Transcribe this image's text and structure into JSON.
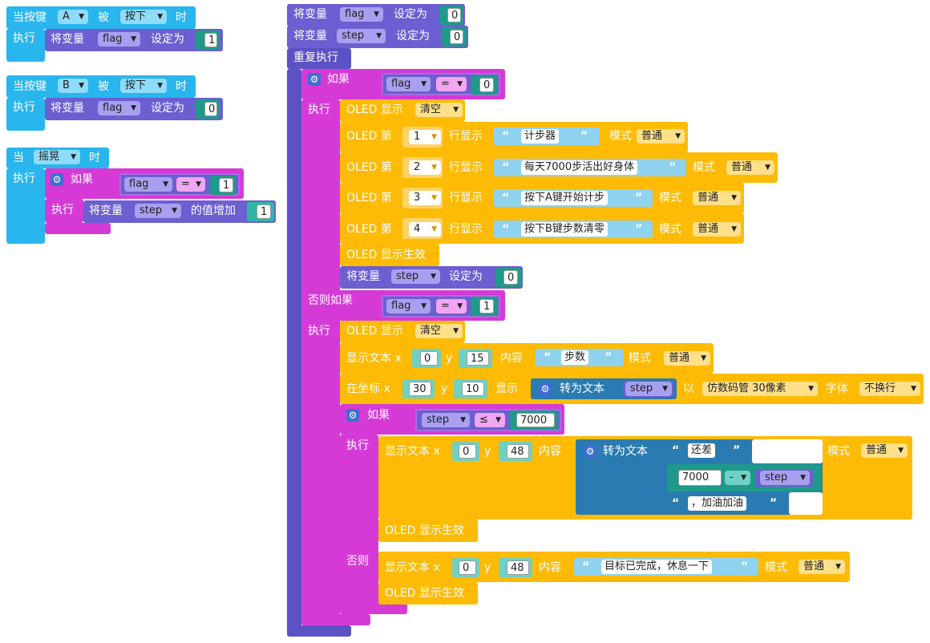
{
  "colors": {
    "cyan": "#29b5ee",
    "purple": "#6b5fd1",
    "magenta": "#d53ad7",
    "yellow": "#fdbb06",
    "teal": "#2a7bb1",
    "green": "#1f9a8a"
  },
  "events": {
    "keyA": {
      "when": "当按键",
      "key": "A",
      "was": "被",
      "action": "按下",
      "then": "时",
      "exec": "执行",
      "set": "将变量",
      "var": "flag",
      "to": "设定为",
      "value": "1"
    },
    "keyB": {
      "when": "当按键",
      "key": "B",
      "was": "被",
      "action": "按下",
      "then": "时",
      "exec": "执行",
      "set": "将变量",
      "var": "flag",
      "to": "设定为",
      "value": "0"
    },
    "shake": {
      "when": "当",
      "gesture": "摇晃",
      "then": "时",
      "exec": "执行",
      "if": "如果",
      "cond_var": "flag",
      "op": "=",
      "cond_val": "1",
      "exec2": "执行",
      "set": "将变量",
      "var": "step",
      "inc": "的值增加",
      "inc_val": "1"
    }
  },
  "main": {
    "init1": {
      "set": "将变量",
      "var": "flag",
      "to": "设定为",
      "value": "0"
    },
    "init2": {
      "set": "将变量",
      "var": "step",
      "to": "设定为",
      "value": "0"
    },
    "loop": "重复执行",
    "if1": {
      "label": "如果",
      "var": "flag",
      "op": "=",
      "val": "0",
      "exec": "执行"
    },
    "oled_clear": {
      "label": "OLED 显示",
      "mode": "清空"
    },
    "rows": [
      {
        "prefix": "OLED 第",
        "line": "1",
        "mid": "行显示",
        "text": "计步器",
        "mode_label": "模式",
        "mode": "普通"
      },
      {
        "prefix": "OLED 第",
        "line": "2",
        "mid": "行显示",
        "text": "每天7000步活出好身体",
        "mode_label": "模式",
        "mode": "普通"
      },
      {
        "prefix": "OLED 第",
        "line": "3",
        "mid": "行显示",
        "text": "按下A键开始计步",
        "mode_label": "模式",
        "mode": "普通"
      },
      {
        "prefix": "OLED 第",
        "line": "4",
        "mid": "行显示",
        "text": "按下B键步数清零",
        "mode_label": "模式",
        "mode": "普通"
      }
    ],
    "oled_show": "OLED 显示生效",
    "reset_step": {
      "set": "将变量",
      "var": "step",
      "to": "设定为",
      "value": "0"
    },
    "elif": {
      "label": "否则如果",
      "var": "flag",
      "op": "=",
      "val": "1",
      "exec": "执行"
    },
    "oled_clear2": {
      "label": "OLED 显示",
      "mode": "清空"
    },
    "text_steps": {
      "label": "显示文本 x",
      "x": "0",
      "y_label": "y",
      "y": "15",
      "content": "内容",
      "text": "步数",
      "mode_label": "模式",
      "mode": "普通"
    },
    "coord": {
      "label": "在坐标 x",
      "x": "30",
      "y_label": "y",
      "y": "10",
      "show": "显示",
      "conv": "转为文本",
      "var": "step",
      "with": "以",
      "font": "仿数码管 30像素",
      "font_label": "字体",
      "wrap": "不换行"
    },
    "if2": {
      "label": "如果",
      "var": "step",
      "op": "≤",
      "val": "7000",
      "exec": "执行"
    },
    "text_remain": {
      "label": "显示文本 x",
      "x": "0",
      "y_label": "y",
      "y": "48",
      "content": "内容",
      "conv": "转为文本",
      "s1": "还差",
      "minus_a": "7000",
      "minus_op": "-",
      "minus_b": "step",
      "s2": "，加油加油",
      "mode_label": "模式",
      "mode": "普通"
    },
    "oled_show2": "OLED 显示生效",
    "else": "否则",
    "text_done": {
      "label": "显示文本 x",
      "x": "0",
      "y_label": "y",
      "y": "48",
      "content": "内容",
      "text": "目标已完成，休息一下",
      "mode_label": "模式",
      "mode": "普通"
    },
    "oled_show3": "OLED 显示生效"
  }
}
